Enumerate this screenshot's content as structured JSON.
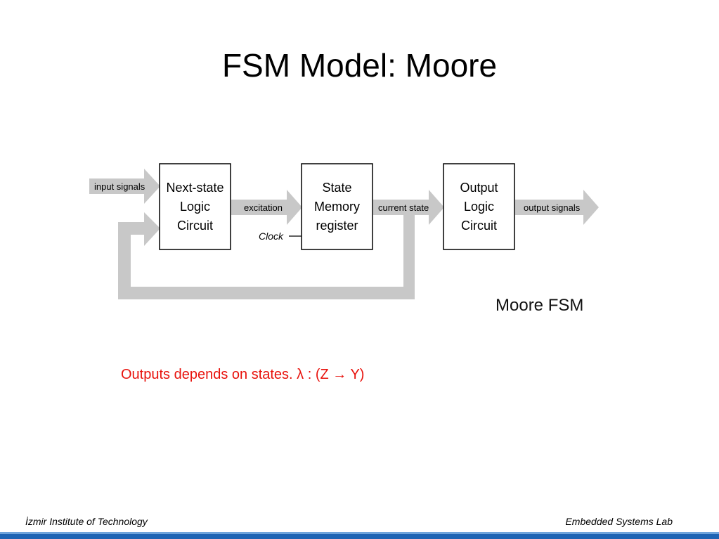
{
  "title": "FSM Model: Moore",
  "diagram": {
    "blocks": [
      {
        "id": "next_state",
        "lines": [
          "Next-state",
          "Logic",
          "Circuit"
        ]
      },
      {
        "id": "state_memory",
        "lines": [
          "State",
          "Memory",
          "register"
        ]
      },
      {
        "id": "output_logic",
        "lines": [
          "Output",
          "Logic",
          "Circuit"
        ]
      }
    ],
    "arrows": {
      "input": "input signals",
      "excitation": "excitation",
      "current_state": "current state",
      "output": "output signals"
    },
    "clock_label": "Clock",
    "diagram_caption": "Moore FSM"
  },
  "caption": "Outputs depends on states. λ : (Z → Y)",
  "footer": {
    "left": "İzmir Institute of Technology",
    "right": "Embedded Systems Lab"
  },
  "colors": {
    "arrow_fill": "#c8c8c8",
    "caption_text": "#e8120c",
    "footer_bar": "#1e64b4"
  }
}
